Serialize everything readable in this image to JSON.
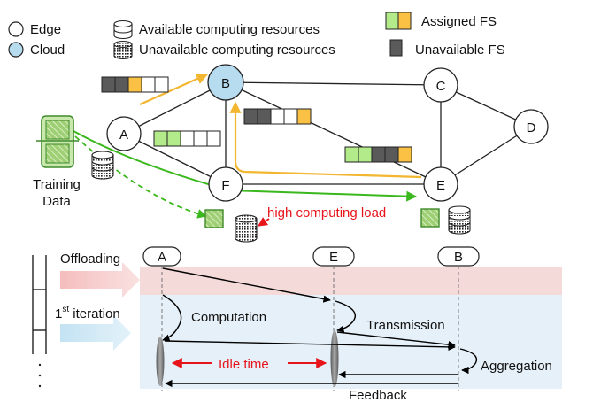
{
  "legend": {
    "edge": "Edge",
    "cloud": "Cloud",
    "available": "Available computing resources",
    "unavailable": "Unavailable computing resources",
    "assigned_fs": "Assigned FS",
    "unavailable_fs": "Unavailable FS"
  },
  "nodes": {
    "a": "A",
    "b": "B",
    "c": "C",
    "d": "D",
    "e": "E",
    "f": "F"
  },
  "training_data": {
    "line1": "Training",
    "line2": "Data"
  },
  "high_load": "high computing load",
  "timeline": {
    "offloading": "Offloading",
    "iteration_num": "1",
    "iteration_sup": "st",
    "iteration_rest": " iteration",
    "node_a": "A",
    "node_e": "E",
    "node_b": "B",
    "computation": "Computation",
    "transmission": "Transmission",
    "idle_time": "Idle  time",
    "aggregation": "Aggregation",
    "feedback": "Feedback"
  },
  "colors": {
    "cloud": "#b7dcef",
    "assigned_green": "#b3eb8a",
    "assigned_orange": "#fac145",
    "unavailable_gray": "#5a5a5a",
    "arrow_yellow": "#f2b631",
    "arrow_green": "#3ab81d",
    "red": "#e8141b",
    "offload_band": "#f5dada",
    "iteration_band": "#e6f0f8"
  }
}
